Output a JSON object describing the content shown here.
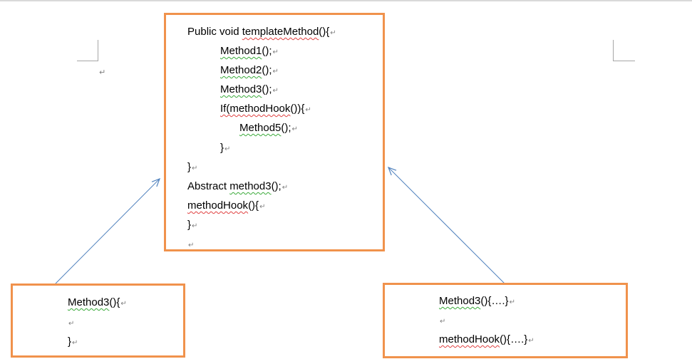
{
  "main_box": {
    "lines": [
      {
        "pre": "Public void ",
        "mark": "templateMethod",
        "post": "(){",
        "style": "wr"
      },
      {
        "pre": "",
        "mark": "Method1",
        "post": "();",
        "style": "wg"
      },
      {
        "pre": "",
        "mark": "Method2",
        "post": "();",
        "style": "wg"
      },
      {
        "pre": "",
        "mark": "Method3",
        "post": "();",
        "style": "wg"
      },
      {
        "pre": "",
        "mark": "If(methodHook",
        "post": "()){",
        "style": "wr"
      },
      {
        "pre": "",
        "mark": "Method5",
        "post": "();",
        "style": "wg"
      },
      {
        "pre": "}",
        "mark": "",
        "post": "",
        "style": ""
      },
      {
        "pre": "}",
        "mark": "",
        "post": "",
        "style": ""
      },
      {
        "pre": "Abstract ",
        "mark": "method3",
        "post": "();",
        "style": "wg"
      },
      {
        "pre": "",
        "mark": "methodHook",
        "post": "(){",
        "style": "wr"
      },
      {
        "pre": "}",
        "mark": "",
        "post": "",
        "style": ""
      },
      {
        "pre": "",
        "mark": "",
        "post": "",
        "style": ""
      }
    ]
  },
  "left_box": {
    "lines": [
      {
        "pre": "",
        "mark": "Method3",
        "post": "(){",
        "style": "wg"
      },
      {
        "pre": "",
        "mark": "",
        "post": "",
        "style": ""
      },
      {
        "pre": "}",
        "mark": "",
        "post": "",
        "style": ""
      }
    ]
  },
  "right_box": {
    "lines": [
      {
        "pre": "",
        "mark": "Method3",
        "post": "(){….}",
        "style": "wg"
      },
      {
        "pre": "",
        "mark": "",
        "post": "",
        "style": ""
      },
      {
        "pre": "",
        "mark": "methodHook",
        "post": "(){….}",
        "style": "wr"
      }
    ]
  },
  "paragraph_mark": "↵",
  "colors": {
    "box_border": "#f0924c",
    "arrow": "#4f81bd",
    "spell_red": "#e04040",
    "spell_green": "#3aaa3a"
  }
}
